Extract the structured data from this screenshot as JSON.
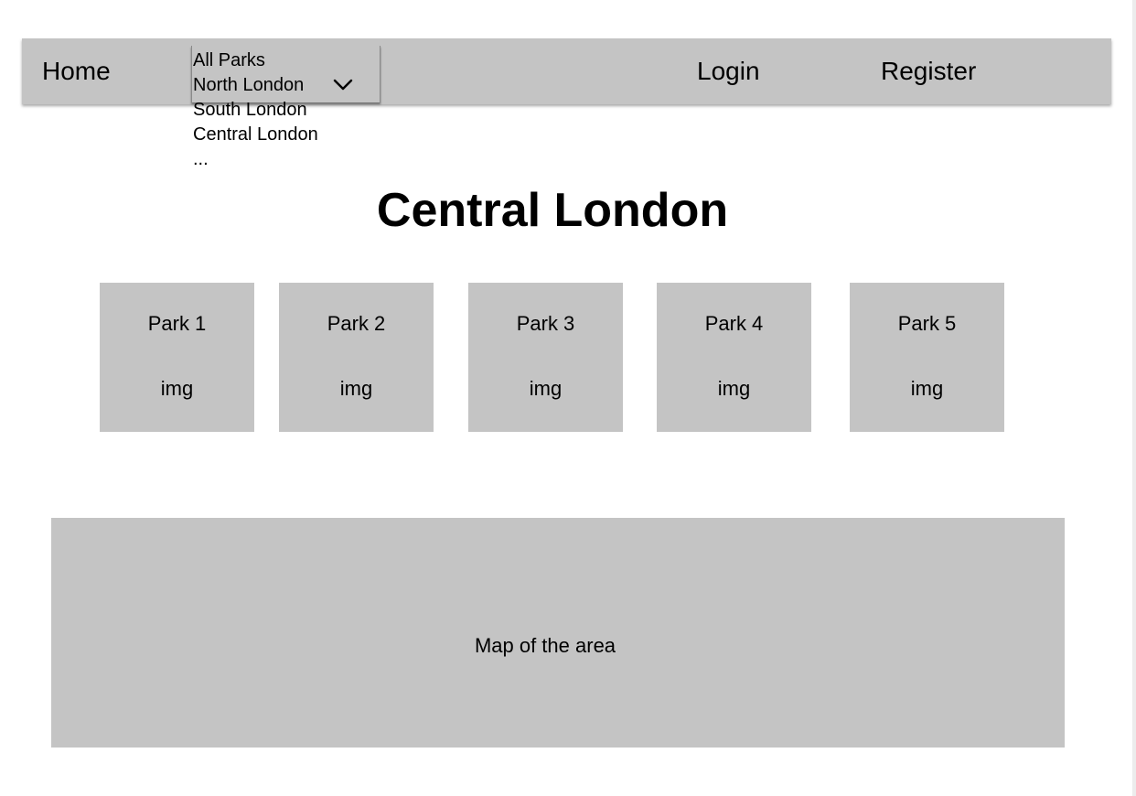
{
  "navbar": {
    "home_label": "Home",
    "login_label": "Login",
    "register_label": "Register",
    "region_dropdown": {
      "options": [
        "All Parks",
        "North London",
        "South London",
        "Central London",
        "..."
      ],
      "selected": "North London"
    }
  },
  "main": {
    "title": "Central London",
    "parks": [
      {
        "name": "Park 1",
        "image_placeholder": "img"
      },
      {
        "name": "Park 2",
        "image_placeholder": "img"
      },
      {
        "name": "Park 3",
        "image_placeholder": "img"
      },
      {
        "name": "Park 4",
        "image_placeholder": "img"
      },
      {
        "name": "Park 5",
        "image_placeholder": "img"
      }
    ],
    "map_label": "Map of the area"
  },
  "icons": {
    "dropdown": "chevron-down-icon"
  },
  "colors": {
    "placeholder_gray": "#c4c4c4",
    "text": "#000000",
    "background": "#ffffff"
  }
}
